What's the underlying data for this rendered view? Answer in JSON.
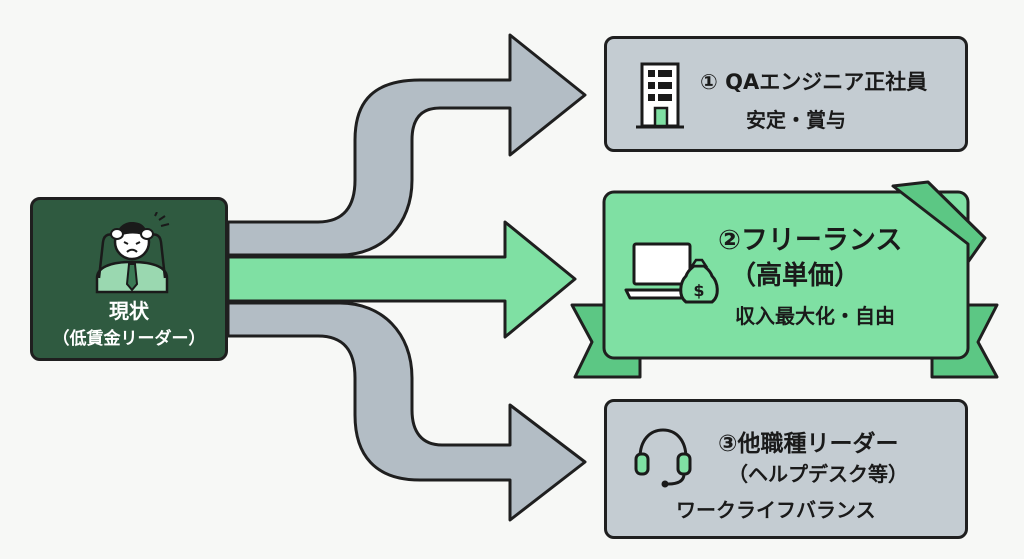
{
  "current": {
    "title": "現状",
    "subtitle": "（低賃金リーダー）"
  },
  "options": [
    {
      "id": "1",
      "title": "① QAエンジニア正社員",
      "detail": "安定・賞与",
      "icon": "building-icon",
      "highlighted": false
    },
    {
      "id": "2",
      "title": "②フリーランス",
      "title2": "（高単価）",
      "detail": "収入最大化・自由",
      "icon": "laptop-moneybag-icon",
      "highlighted": true
    },
    {
      "id": "3",
      "title": "③他職種リーダー",
      "title2": "（ヘルプデスク等）",
      "detail": "ワークライフバランス",
      "icon": "headset-icon",
      "highlighted": false
    }
  ],
  "colors": {
    "current_bg": "#2f5a40",
    "highlight_green": "#7fe0a3",
    "highlight_green_dark": "#5cc784",
    "gray_box": "#c4ccd2",
    "gray_arrow": "#b3bdc5",
    "outline": "#1f1f1f"
  }
}
